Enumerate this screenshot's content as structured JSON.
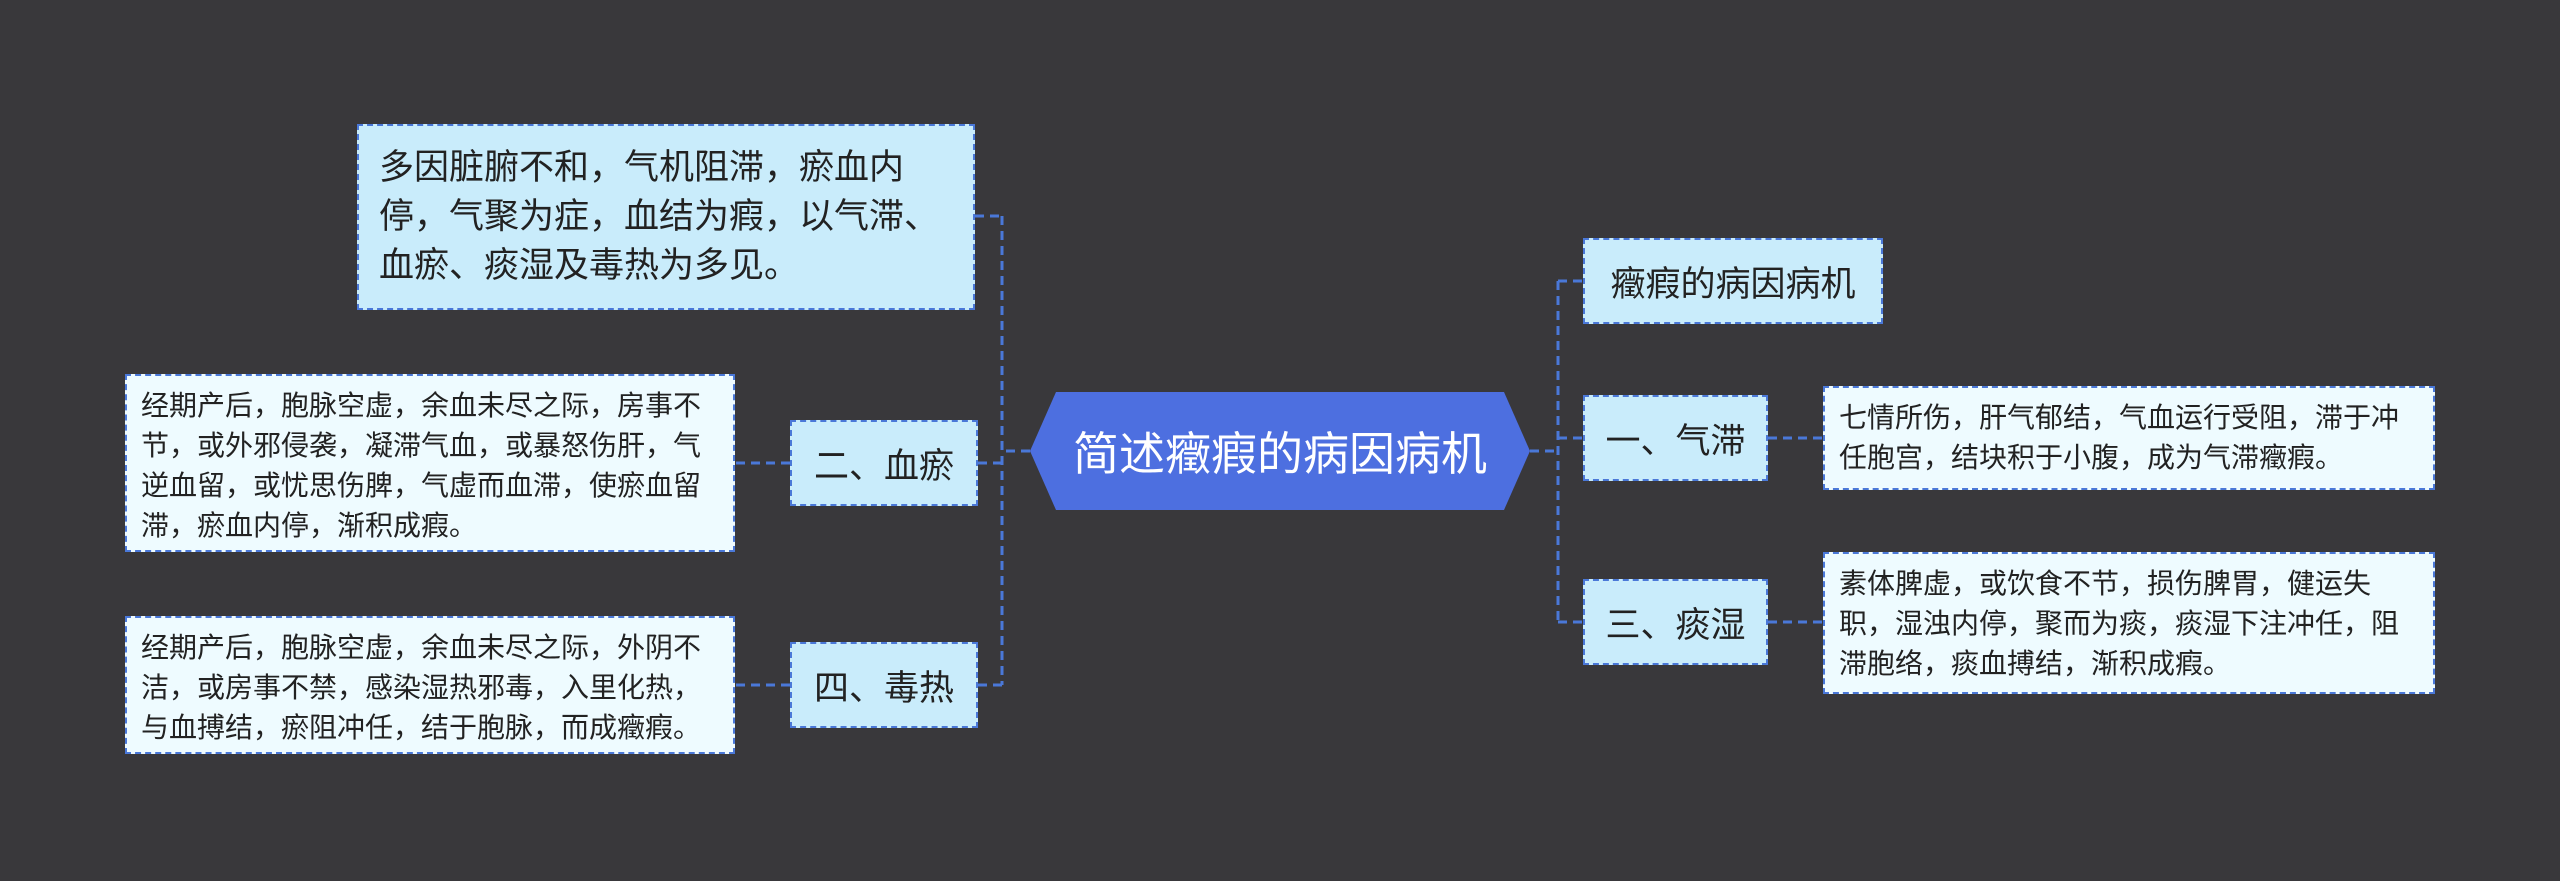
{
  "central": {
    "title": "简述癥瘕的病因病机"
  },
  "left": {
    "summary": "多因脏腑不和，气机阻滞，瘀血内停，气聚为症，血结为瘕，以气滞、血瘀、痰湿及毒热为多见。",
    "blood_stasis": {
      "label": "二、血瘀",
      "detail": "经期产后，胞脉空虚，余血未尽之际，房事不节，或外邪侵袭，凝滞气血，或暴怒伤肝，气逆血留，或忧思伤脾，气虚而血滞，使瘀血留滞，瘀血内停，渐积成瘕。"
    },
    "toxic_heat": {
      "label": "四、毒热",
      "detail": "经期产后，胞脉空虚，余血未尽之际，外阴不洁，或房事不禁，感染湿热邪毒，入里化热，与血搏结，瘀阻冲任，结于胞脉，而成癥瘕。"
    }
  },
  "right": {
    "title_node": "癥瘕的病因病机",
    "qi_stagnation": {
      "label": "一、气滞",
      "detail": "七情所伤，肝气郁结，气血运行受阻，滞于冲任胞宫，结块积于小腹，成为气滞癥瘕。"
    },
    "phlegm_damp": {
      "label": "三、痰湿",
      "detail": "素体脾虚，或饮食不节，损伤脾胃，健运失职，湿浊内停，聚而为痰，痰湿下注冲任，阻滞胞络，痰血搏结，渐积成瘕。"
    }
  },
  "colors": {
    "background": "#39383b",
    "central_fill": "#4d6fe0",
    "topic_fill": "#c9ecfb",
    "detail_fill": "#eefbff",
    "connector": "#4a78d8"
  }
}
